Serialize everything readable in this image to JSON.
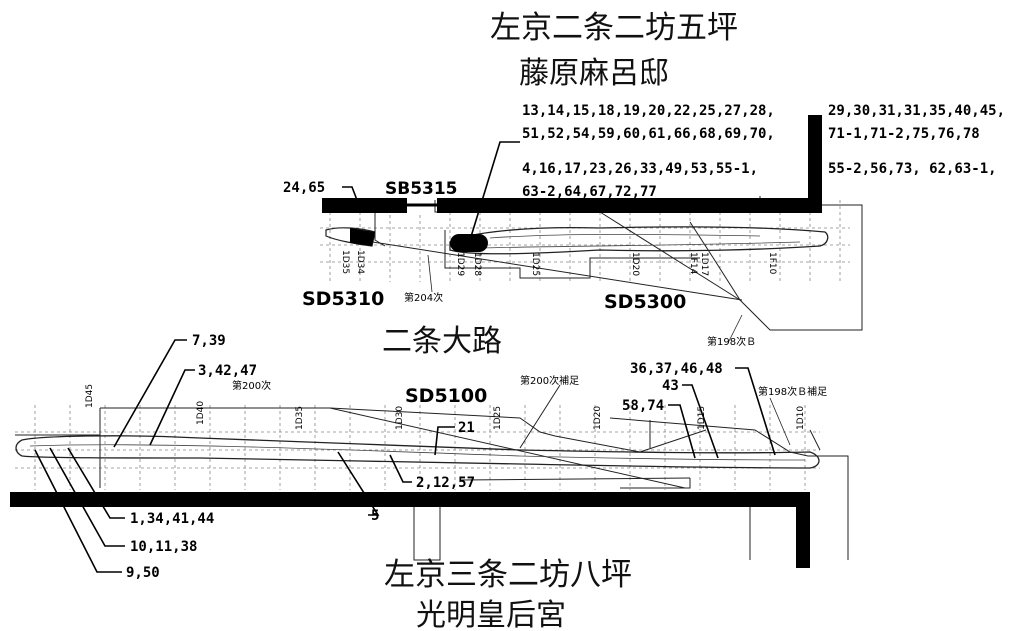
{
  "places": {
    "north_block": "左京二条二坊五坪",
    "north_owner": "藤原麻呂邸",
    "street": "二条大路",
    "south_block": "左京三条二坊八坪",
    "south_owner": "光明皇后宮"
  },
  "features": {
    "sb5315": "SB5315",
    "sd5310": "SD5310",
    "sd5300": "SD5300",
    "sd5100": "SD5100"
  },
  "excavations": {
    "e204": "第204次",
    "e200": "第200次",
    "e200_supp": "第200次補足",
    "e198b": "第198次Ｂ",
    "e198b_supp": "第198次Ｂ補足"
  },
  "grid_labels": {
    "upper": [
      "1D35",
      "1D34",
      "1D29",
      "1D28",
      "1D25",
      "1D20",
      "1F14",
      "1D17",
      "1F10"
    ],
    "lower": [
      "1D45",
      "1D40",
      "1D35",
      "1D30",
      "1D25",
      "1D20",
      "1D15",
      "1D10"
    ]
  },
  "callouts": {
    "c24_65": "24,65",
    "r1_left": "13,14,15,18,19,20,22,25,27,28,",
    "r1_right": "29,30,31,31,35,40,45,",
    "r2_left": "51,52,54,59,60,61,66,68,69,70,",
    "r2_right": "71-1,71-2,75,76,78",
    "r3_left": "4,16,17,23,26,33,49,53,55-1,",
    "r3_right": "55-2,56,73, 62,63-1,",
    "r4_left": "63-2,64,67,72,77",
    "c7_39": "7,39",
    "c3_42_47": "3,42,47",
    "c36": "36,37,46,48",
    "c43": "43",
    "c58_74": "58,74",
    "c21": "21",
    "c2_12_57": "2,12,57",
    "c5": "5",
    "c1_34": "1,34,41,44",
    "c10_11": "10,11,38",
    "c9_50": "9,50"
  }
}
